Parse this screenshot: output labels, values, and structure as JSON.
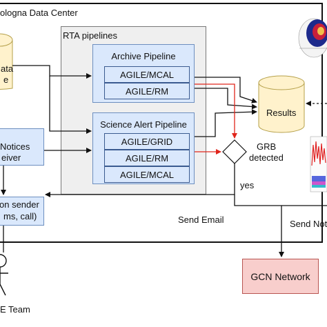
{
  "frame": {
    "title": "ologna Data Center"
  },
  "rta": {
    "title": "RTA pipelines",
    "archive": {
      "title": "Archive Pipeline",
      "items": [
        "AGILE/MCAL",
        "AGILE/RM"
      ]
    },
    "science": {
      "title": "Science Alert Pipeline",
      "items": [
        "AGILE/GRID",
        "AGILE/RM",
        "AGILE/MCAL"
      ]
    }
  },
  "data_store": {
    "lines": [
      "ata",
      "e"
    ]
  },
  "results": {
    "label": "Results"
  },
  "notices": {
    "lines": [
      "Notices",
      "eiver"
    ]
  },
  "decision": {
    "lines": [
      "GRB",
      "detected"
    ],
    "yes_label": "yes"
  },
  "sender": {
    "lines": [
      "on sender",
      "ms, call)"
    ]
  },
  "send_email": "Send Email",
  "send_notice": "Send Not",
  "gcn": {
    "label": "GCN Network"
  },
  "team": {
    "label": "E Team"
  },
  "colors": {
    "pipeline_fill": "#dae8fc",
    "results_fill": "#fff2cc",
    "gcn_fill": "#f8cecc",
    "alert_arrow": "#e0251b"
  }
}
